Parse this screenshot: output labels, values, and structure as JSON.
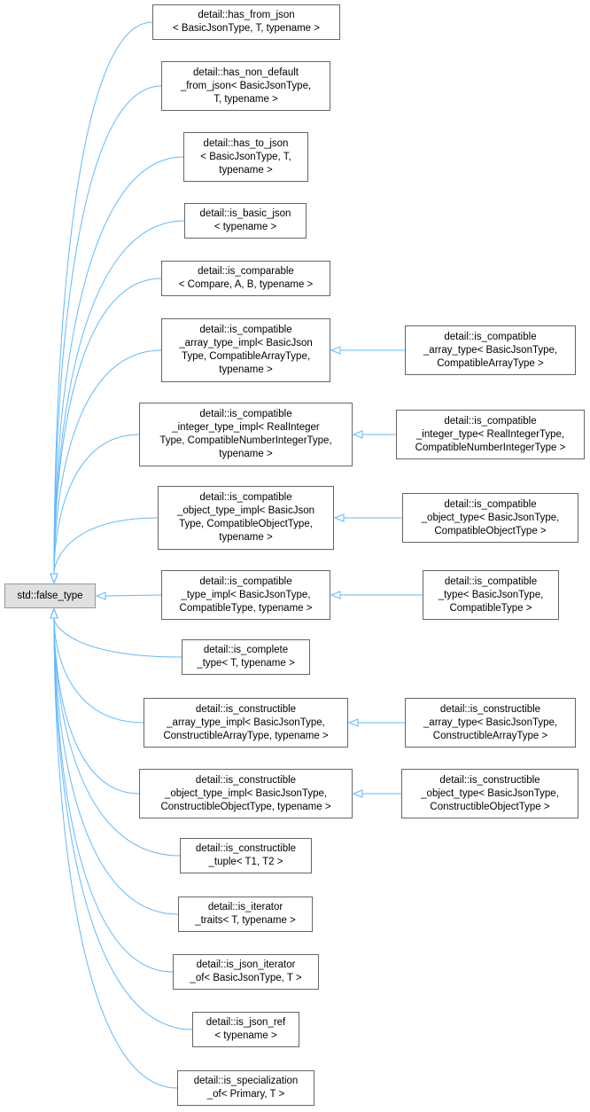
{
  "root": {
    "lines": [
      "std::false_type"
    ]
  },
  "nodes": [
    {
      "id": "has_from_json",
      "lines": [
        "detail::has_from_json",
        "< BasicJsonType, T, typename >"
      ]
    },
    {
      "id": "has_non_default_from_json",
      "lines": [
        "detail::has_non_default",
        "_from_json< BasicJsonType,",
        "T, typename >"
      ]
    },
    {
      "id": "has_to_json",
      "lines": [
        "detail::has_to_json",
        "< BasicJsonType, T,",
        "typename >"
      ]
    },
    {
      "id": "is_basic_json",
      "lines": [
        "detail::is_basic_json",
        "< typename >"
      ]
    },
    {
      "id": "is_comparable",
      "lines": [
        "detail::is_comparable",
        "< Compare, A, B, typename >"
      ]
    },
    {
      "id": "is_compatible_array_type_impl",
      "lines": [
        "detail::is_compatible",
        "_array_type_impl< BasicJson",
        "Type, CompatibleArrayType,",
        "typename >"
      ]
    },
    {
      "id": "is_compatible_integer_type_impl",
      "lines": [
        "detail::is_compatible",
        "_integer_type_impl< RealInteger",
        "Type, CompatibleNumberIntegerType,",
        "typename >"
      ]
    },
    {
      "id": "is_compatible_object_type_impl",
      "lines": [
        "detail::is_compatible",
        "_object_type_impl< BasicJson",
        "Type, CompatibleObjectType,",
        "typename >"
      ]
    },
    {
      "id": "is_compatible_type_impl",
      "lines": [
        "detail::is_compatible",
        "_type_impl< BasicJsonType,",
        "CompatibleType, typename >"
      ]
    },
    {
      "id": "is_complete_type",
      "lines": [
        "detail::is_complete",
        "_type< T, typename >"
      ]
    },
    {
      "id": "is_constructible_array_type_impl",
      "lines": [
        "detail::is_constructible",
        "_array_type_impl< BasicJsonType,",
        "ConstructibleArrayType, typename >"
      ]
    },
    {
      "id": "is_constructible_object_type_impl",
      "lines": [
        "detail::is_constructible",
        "_object_type_impl< BasicJsonType,",
        "ConstructibleObjectType, typename >"
      ]
    },
    {
      "id": "is_constructible_tuple",
      "lines": [
        "detail::is_constructible",
        "_tuple< T1, T2 >"
      ]
    },
    {
      "id": "is_iterator_traits",
      "lines": [
        "detail::is_iterator",
        "_traits< T, typename >"
      ]
    },
    {
      "id": "is_json_iterator_of",
      "lines": [
        "detail::is_json_iterator",
        "_of< BasicJsonType, T >"
      ]
    },
    {
      "id": "is_json_ref",
      "lines": [
        "detail::is_json_ref",
        "< typename >"
      ]
    },
    {
      "id": "is_specialization_of",
      "lines": [
        "detail::is_specialization",
        "_of< Primary, T >"
      ]
    },
    {
      "id": "is_compatible_array_type",
      "lines": [
        "detail::is_compatible",
        "_array_type< BasicJsonType,",
        "CompatibleArrayType >"
      ]
    },
    {
      "id": "is_compatible_integer_type",
      "lines": [
        "detail::is_compatible",
        "_integer_type< RealIntegerType,",
        "CompatibleNumberIntegerType >"
      ]
    },
    {
      "id": "is_compatible_object_type",
      "lines": [
        "detail::is_compatible",
        "_object_type< BasicJsonType,",
        "CompatibleObjectType >"
      ]
    },
    {
      "id": "is_compatible_type",
      "lines": [
        "detail::is_compatible",
        "_type< BasicJsonType,",
        "CompatibleType >"
      ]
    },
    {
      "id": "is_constructible_array_type",
      "lines": [
        "detail::is_constructible",
        "_array_type< BasicJsonType,",
        "ConstructibleArrayType >"
      ]
    },
    {
      "id": "is_constructible_object_type",
      "lines": [
        "detail::is_constructible",
        "_object_type< BasicJsonType,",
        "ConstructibleObjectType >"
      ]
    }
  ],
  "edges": [
    {
      "from": "has_from_json",
      "to": "root"
    },
    {
      "from": "has_non_default_from_json",
      "to": "root"
    },
    {
      "from": "has_to_json",
      "to": "root"
    },
    {
      "from": "is_basic_json",
      "to": "root"
    },
    {
      "from": "is_comparable",
      "to": "root"
    },
    {
      "from": "is_compatible_array_type_impl",
      "to": "root"
    },
    {
      "from": "is_compatible_integer_type_impl",
      "to": "root"
    },
    {
      "from": "is_compatible_object_type_impl",
      "to": "root"
    },
    {
      "from": "is_compatible_type_impl",
      "to": "root"
    },
    {
      "from": "is_complete_type",
      "to": "root"
    },
    {
      "from": "is_constructible_array_type_impl",
      "to": "root"
    },
    {
      "from": "is_constructible_object_type_impl",
      "to": "root"
    },
    {
      "from": "is_constructible_tuple",
      "to": "root"
    },
    {
      "from": "is_iterator_traits",
      "to": "root"
    },
    {
      "from": "is_json_iterator_of",
      "to": "root"
    },
    {
      "from": "is_json_ref",
      "to": "root"
    },
    {
      "from": "is_specialization_of",
      "to": "root"
    },
    {
      "from": "is_compatible_array_type",
      "to": "is_compatible_array_type_impl"
    },
    {
      "from": "is_compatible_integer_type",
      "to": "is_compatible_integer_type_impl"
    },
    {
      "from": "is_compatible_object_type",
      "to": "is_compatible_object_type_impl"
    },
    {
      "from": "is_compatible_type",
      "to": "is_compatible_type_impl"
    },
    {
      "from": "is_constructible_array_type",
      "to": "is_constructible_array_type_impl"
    },
    {
      "from": "is_constructible_object_type",
      "to": "is_constructible_object_type_impl"
    }
  ],
  "colors": {
    "edge": "#63b8ff",
    "node_border": "#666666",
    "root_fill": "#e0e0e0"
  }
}
